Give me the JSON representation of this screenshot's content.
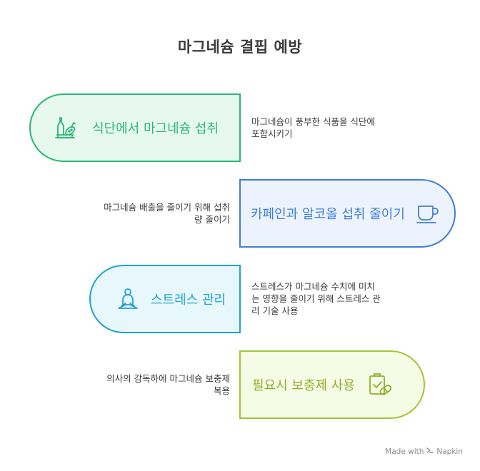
{
  "title": "마그네슘 결핍 예방",
  "steps": [
    {
      "label": "식단에서 마그네슘 섭취",
      "description": "마그네슘이 풍부한 식품을 식단에\n포함시키기",
      "icon": "food-icon",
      "color": "#2bb673",
      "fill": "#e7f9ef"
    },
    {
      "label": "카페인과 알코올 섭취 줄이기",
      "description": "마그네슘 배출을 줄이기 위해 섭취\n량 줄이기",
      "icon": "coffee-cup-icon",
      "color": "#3f7fd8",
      "fill": "#edf3fd"
    },
    {
      "label": "스트레스 관리",
      "description": "스트레스가 마그네슘 수치에 미치\n는 영향을 줄이기 위해 스트레스 관\n리 기술 사용",
      "icon": "meditation-icon",
      "color": "#1fa3cf",
      "fill": "#e8f7fc"
    },
    {
      "label": "필요시 보충제 사용",
      "description": "의사의 감독하에 마그네슘 보충제\n복용",
      "icon": "supplement-icon",
      "color": "#a3c43a",
      "fill": "#f6fbe5"
    }
  ],
  "footer": {
    "text": "Made with",
    "brand": "Napkin"
  }
}
